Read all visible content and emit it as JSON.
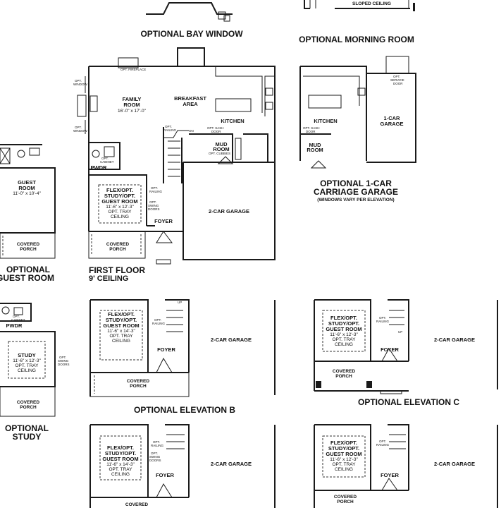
{
  "headers": {
    "bay_window": "OPTIONAL BAY WINDOW",
    "morning_room": "OPTIONAL MORNING ROOM",
    "carriage_1": "OPTIONAL 1-CAR",
    "carriage_2": "CARRIAGE GARAGE",
    "carriage_note": "(WINDOWS VARY PER ELEVATION)",
    "first_floor": "FIRST FLOOR",
    "first_floor_ceiling": "9' CEILING",
    "guest_room_1": "OPTIONAL",
    "guest_room_2": "GUEST ROOM",
    "elevation_b": "OPTIONAL ELEVATION B",
    "elevation_c": "OPTIONAL ELEVATION C",
    "study_1": "OPTIONAL",
    "study_2": "STUDY"
  },
  "rooms": {
    "sloped_ceiling": "SLOPED CEILING",
    "family_room": "FAMILY",
    "family_room_2": "ROOM",
    "family_room_dim": "16'-0\" x 17'-0\"",
    "breakfast": "BREAKFAST",
    "breakfast_2": "AREA",
    "kitchen": "KITCHEN",
    "mud_room": "MUD",
    "mud_room_2": "ROOM",
    "pwdr": "PWDR",
    "flex_1": "FLEX/OPT.",
    "flex_2": "STUDY/OPT.",
    "flex_3": "GUEST ROOM",
    "flex_dim": "11'-6\" x 12'-3\"",
    "flex_dim_b": "11'-6\" x 14'-3\"",
    "opt_tray": "OPT. TRAY",
    "ceiling": "CEILING",
    "foyer": "FOYER",
    "garage_2car": "2-CAR GARAGE",
    "garage_1car": "1-CAR",
    "garage_1car_2": "GARAGE",
    "covered": "COVERED",
    "porch": "PORCH",
    "guest_room": "GUEST",
    "guest_room_b": "ROOM",
    "guest_dim": "11'-0\" x 10'-4\"",
    "study": "STUDY",
    "study_dim": "11'-6\" x 12'-3\""
  },
  "notes": {
    "opt_window": "OPT.",
    "opt_window_2": "WINDOW",
    "opt_fireplace": "OPT. FIREPLACE",
    "opt_railing": "OPT.",
    "opt_railing_2": "RAILING",
    "on": "ON",
    "opt_cubbies": "OPT. CUBBIES",
    "opt_sash_door": "OPT. SASH",
    "opt_sash_door_2": "DOOR",
    "opt_cabinet": "OPT.",
    "opt_cabinet_2": "CABINET",
    "opt_swing": "OPT.",
    "opt_swing_2": "SWING",
    "opt_swing_3": "DOORS",
    "up": "UP",
    "opt_service": "OPT.",
    "opt_service_2": "SERVICE",
    "opt_service_3": "DOOR"
  }
}
